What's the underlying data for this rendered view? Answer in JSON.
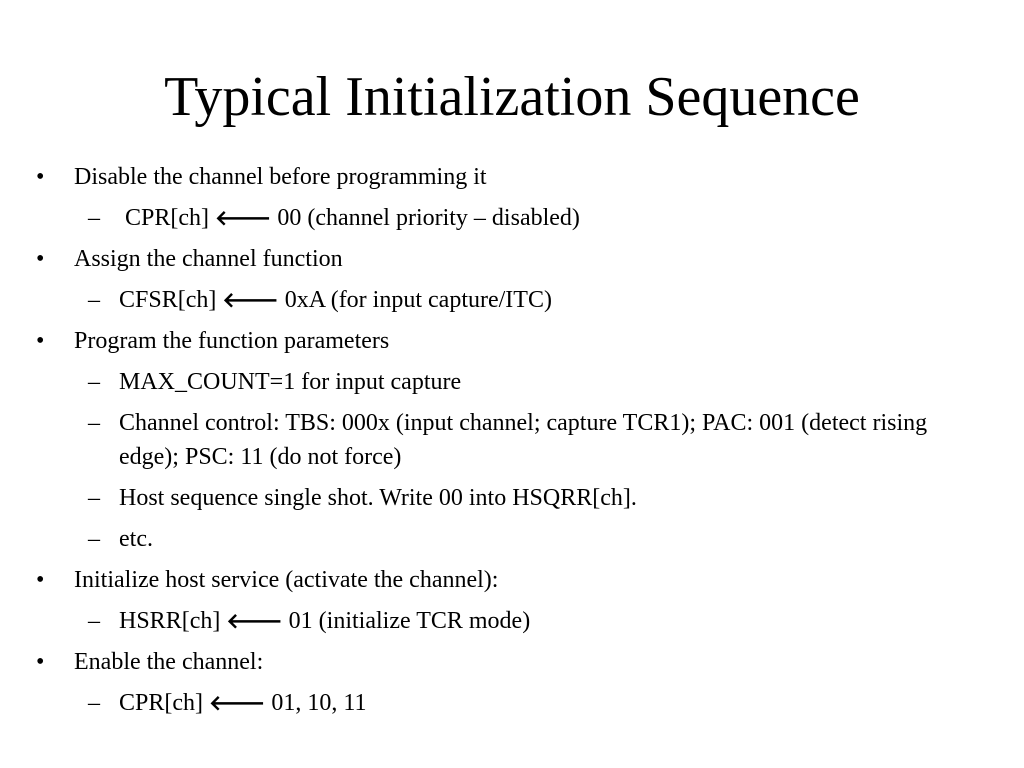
{
  "slide": {
    "title": "Typical Initialization Sequence",
    "bullet_symbol": "•",
    "dash_symbol": "–",
    "arrow_symbol": "🡐",
    "items": [
      {
        "level": 1,
        "text": "Disable the channel before programming it"
      },
      {
        "level": 2,
        "pre": " CPR[ch] ",
        "arrow": true,
        "post": " 00 (channel priority – disabled)"
      },
      {
        "level": 1,
        "text": "Assign the channel function"
      },
      {
        "level": 2,
        "pre": "CFSR[ch] ",
        "arrow": true,
        "post": " 0xA (for input capture/ITC)"
      },
      {
        "level": 1,
        "text": "Program the function parameters"
      },
      {
        "level": 2,
        "text": "MAX_COUNT=1 for input capture"
      },
      {
        "level": 2,
        "text": "Channel control: TBS: 000x (input channel; capture TCR1); PAC: 001 (detect rising edge); PSC: 11 (do not force)"
      },
      {
        "level": 2,
        "text": "Host sequence single shot. Write 00 into HSQRR[ch]."
      },
      {
        "level": 2,
        "text": "etc."
      },
      {
        "level": 1,
        "text": "Initialize host service (activate the channel):"
      },
      {
        "level": 2,
        "pre": "HSRR[ch] ",
        "arrow": true,
        "post": " 01 (initialize TCR mode)"
      },
      {
        "level": 1,
        "text": "Enable the channel:"
      },
      {
        "level": 2,
        "pre": "CPR[ch] ",
        "arrow": true,
        "post": " 01, 10, 11"
      }
    ]
  }
}
